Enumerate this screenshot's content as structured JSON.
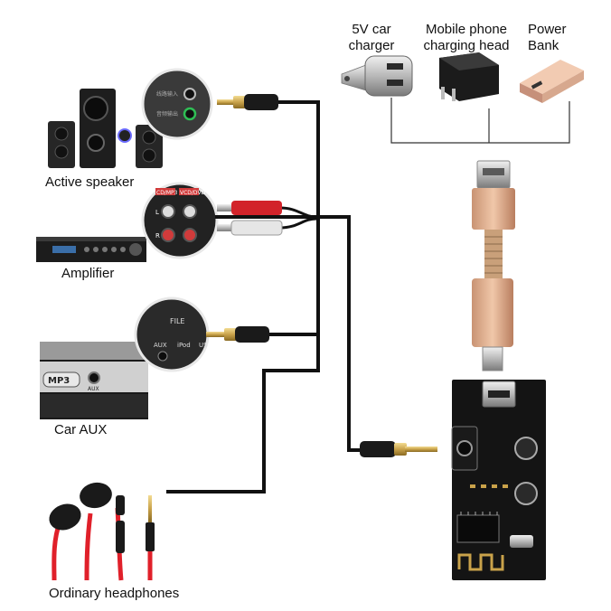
{
  "labels": {
    "car_charger": [
      "5V car",
      "charger"
    ],
    "phone_head": [
      "Mobile phone",
      "charging head"
    ],
    "power_bank": [
      "Power",
      "Bank"
    ],
    "active_speaker": "Active speaker",
    "amplifier": "Amplifier",
    "car_aux": "Car AUX",
    "headphones": "Ordinary headphones"
  },
  "device_text": {
    "aux_panel": [
      "FILE",
      "AUX",
      "iPod",
      "US"
    ],
    "aux_button": "AUX",
    "rca_tag": [
      "CD/MP3",
      "VCD/DVD"
    ],
    "rca_lr": [
      "L",
      "R"
    ],
    "car_stereo_badge": "MP3",
    "speaker_panel": [
      "线路输入",
      "音频输出"
    ]
  },
  "colors": {
    "cable": "#111111",
    "connector_gold": "#c9a24a",
    "rca_red": "#d2232a",
    "headphone_red": "#e0202a",
    "usb_rose": "#d9a98a",
    "board": "#141414"
  }
}
